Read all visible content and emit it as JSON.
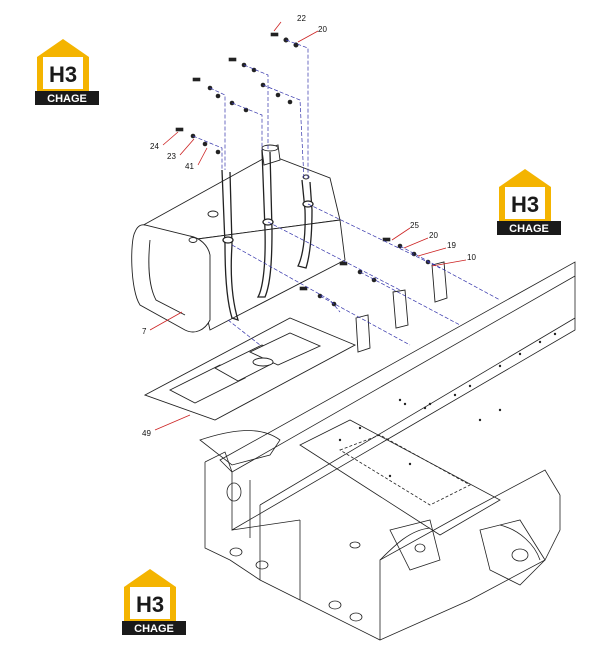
{
  "diagram": {
    "callouts": {
      "c22": "22",
      "c20a": "20",
      "c24": "24",
      "c23": "23",
      "c41": "41",
      "c25": "25",
      "c20b": "20",
      "c19": "19",
      "c10": "10",
      "c7": "7",
      "c49": "49"
    }
  },
  "logos": {
    "top_left": {
      "mark": "H3",
      "name": "CHAGE"
    },
    "right": {
      "mark": "H3",
      "name": "CHAGE"
    },
    "bottom": {
      "mark": "H3",
      "name": "CHAGE"
    }
  },
  "colors": {
    "line": "#222222",
    "leader": "#cc2222",
    "dash": "#3333aa",
    "logo_gold": "#f4b400",
    "logo_dark": "#1a1a1a"
  }
}
